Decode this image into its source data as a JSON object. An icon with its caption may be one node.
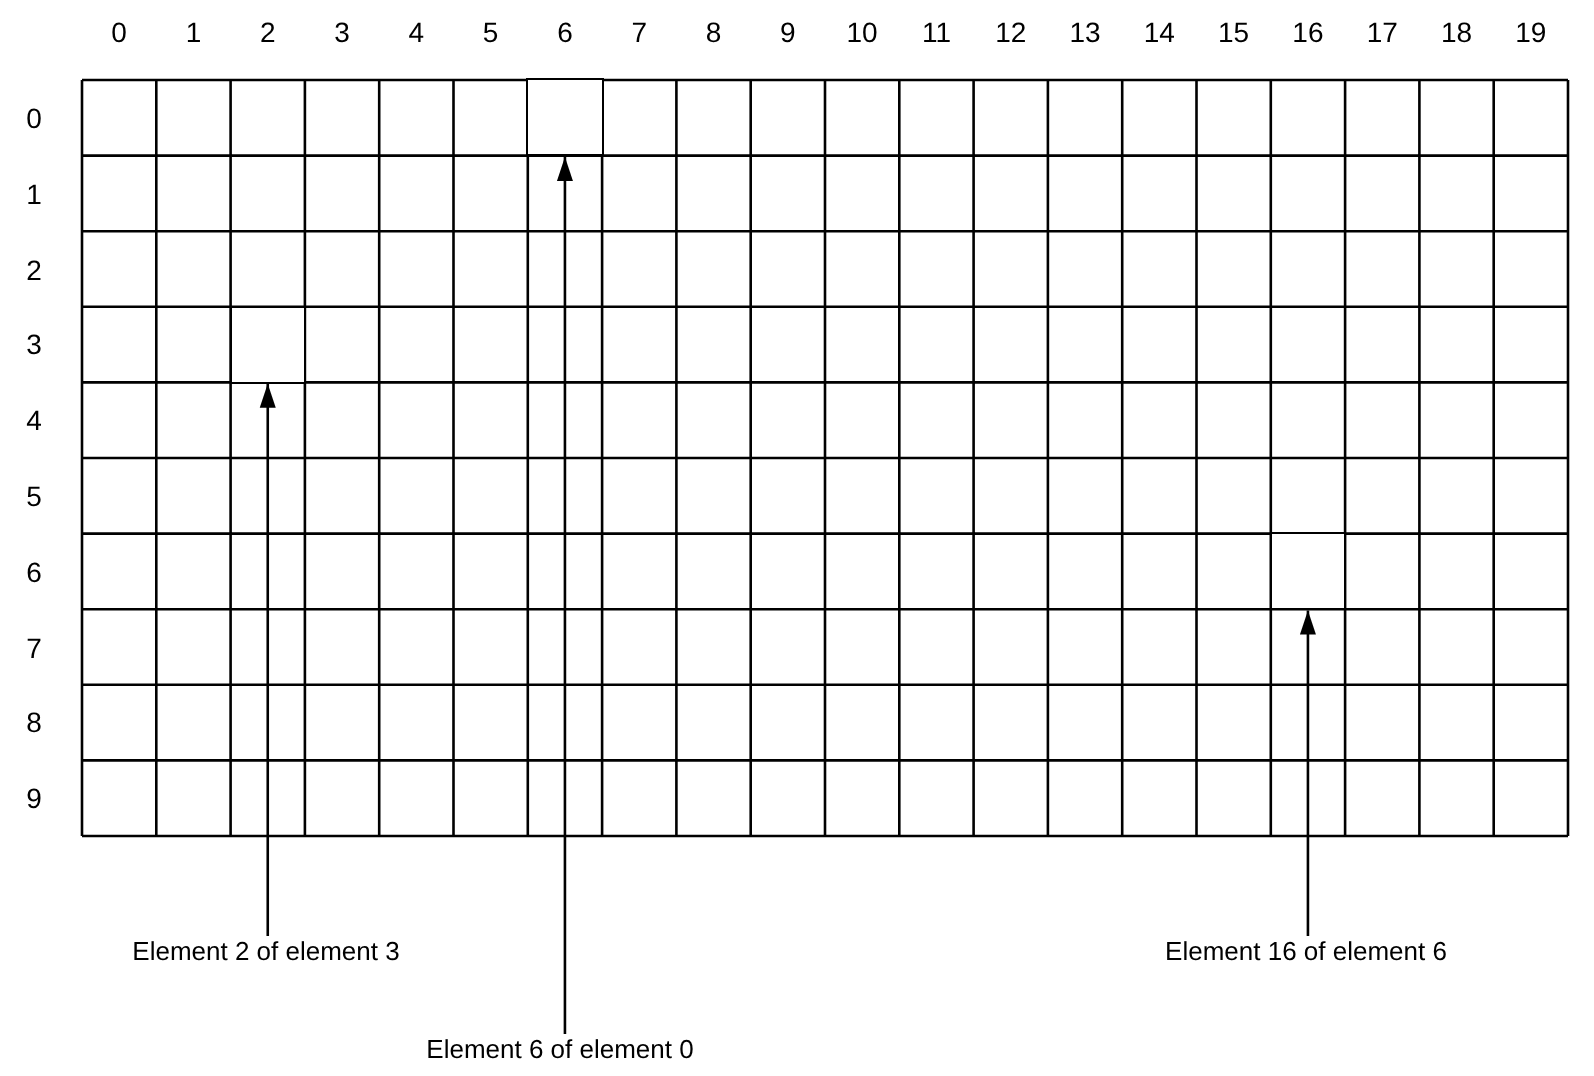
{
  "diagram": {
    "nodes": [
      {
        "text": [
          "Element 2 of element 3"
        ]
      },
      {
        "text": [
          "Element 16 of element 6"
        ]
      },
      {
        "text": [
          "Element 6 of element 0"
        ]
      },
      {
        "text": [],
        "shape": "box"
      },
      {
        "text": [],
        "shape": "box"
      },
      {
        "text": [],
        "shape": "box"
      }
    ],
    "edges": [
      {
        "from": 0,
        "to": 4,
        "arrow": "to"
      },
      {
        "from": 1,
        "to": 5,
        "arrow": "to"
      },
      {
        "from": 2,
        "to": 3,
        "arrow": "to"
      }
    ],
    "labels": [
      "0",
      "1",
      "2",
      "3",
      "4",
      "5",
      "6",
      "7",
      "8",
      "9",
      "10",
      "11",
      "12",
      "13",
      "14",
      "15",
      "16",
      "17",
      "18",
      "19",
      "0",
      "1",
      "2",
      "3",
      "4",
      "5",
      "6",
      "7",
      "8",
      "9"
    ]
  }
}
